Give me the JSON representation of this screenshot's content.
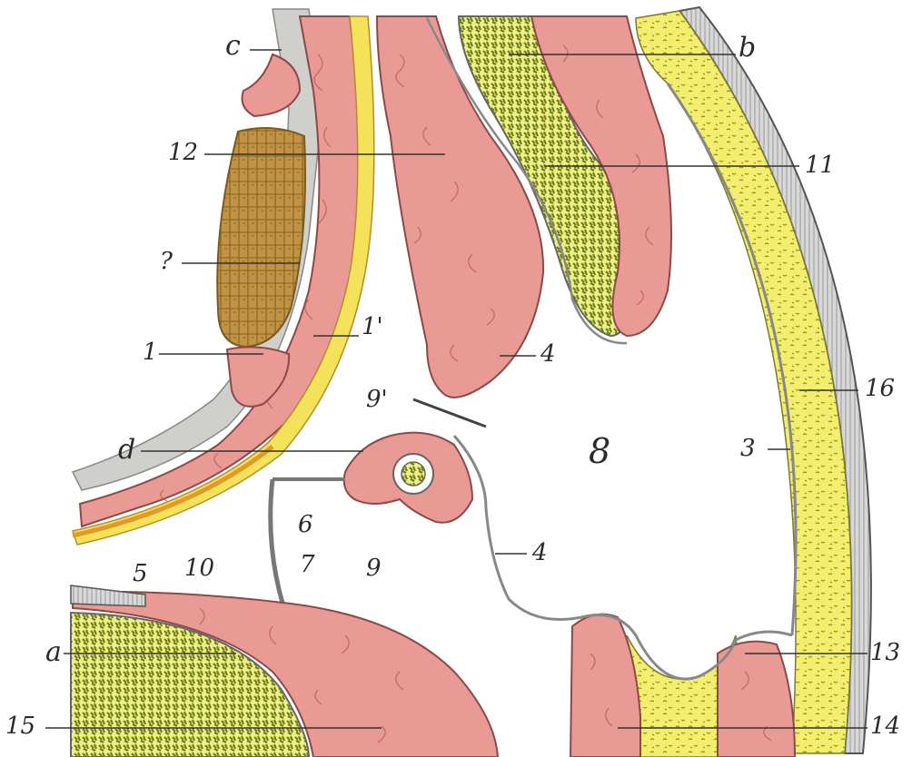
{
  "labels": {
    "c": "c",
    "b": "b",
    "n12": "12",
    "n11": "11",
    "q": "?",
    "n1": "1",
    "n1p": "1'",
    "n4a": "4",
    "n9p": "9'",
    "n16": "16",
    "d": "d",
    "n8": "8",
    "n3": "3",
    "n6": "6",
    "n10": "10",
    "n7": "7",
    "n9": "9",
    "n4b": "4",
    "n5": "5",
    "a": "a",
    "n13": "13",
    "n15": "15",
    "n14": "14"
  },
  "colors": {
    "muscle": "#ea9a95",
    "fat": "#f2ee73",
    "bone_pattern": "#8a9a32",
    "cartilage": "#b98a3e",
    "connective": "#c9c9c9",
    "membrane": "#f2d24a",
    "skin": "#b0b0b0"
  }
}
